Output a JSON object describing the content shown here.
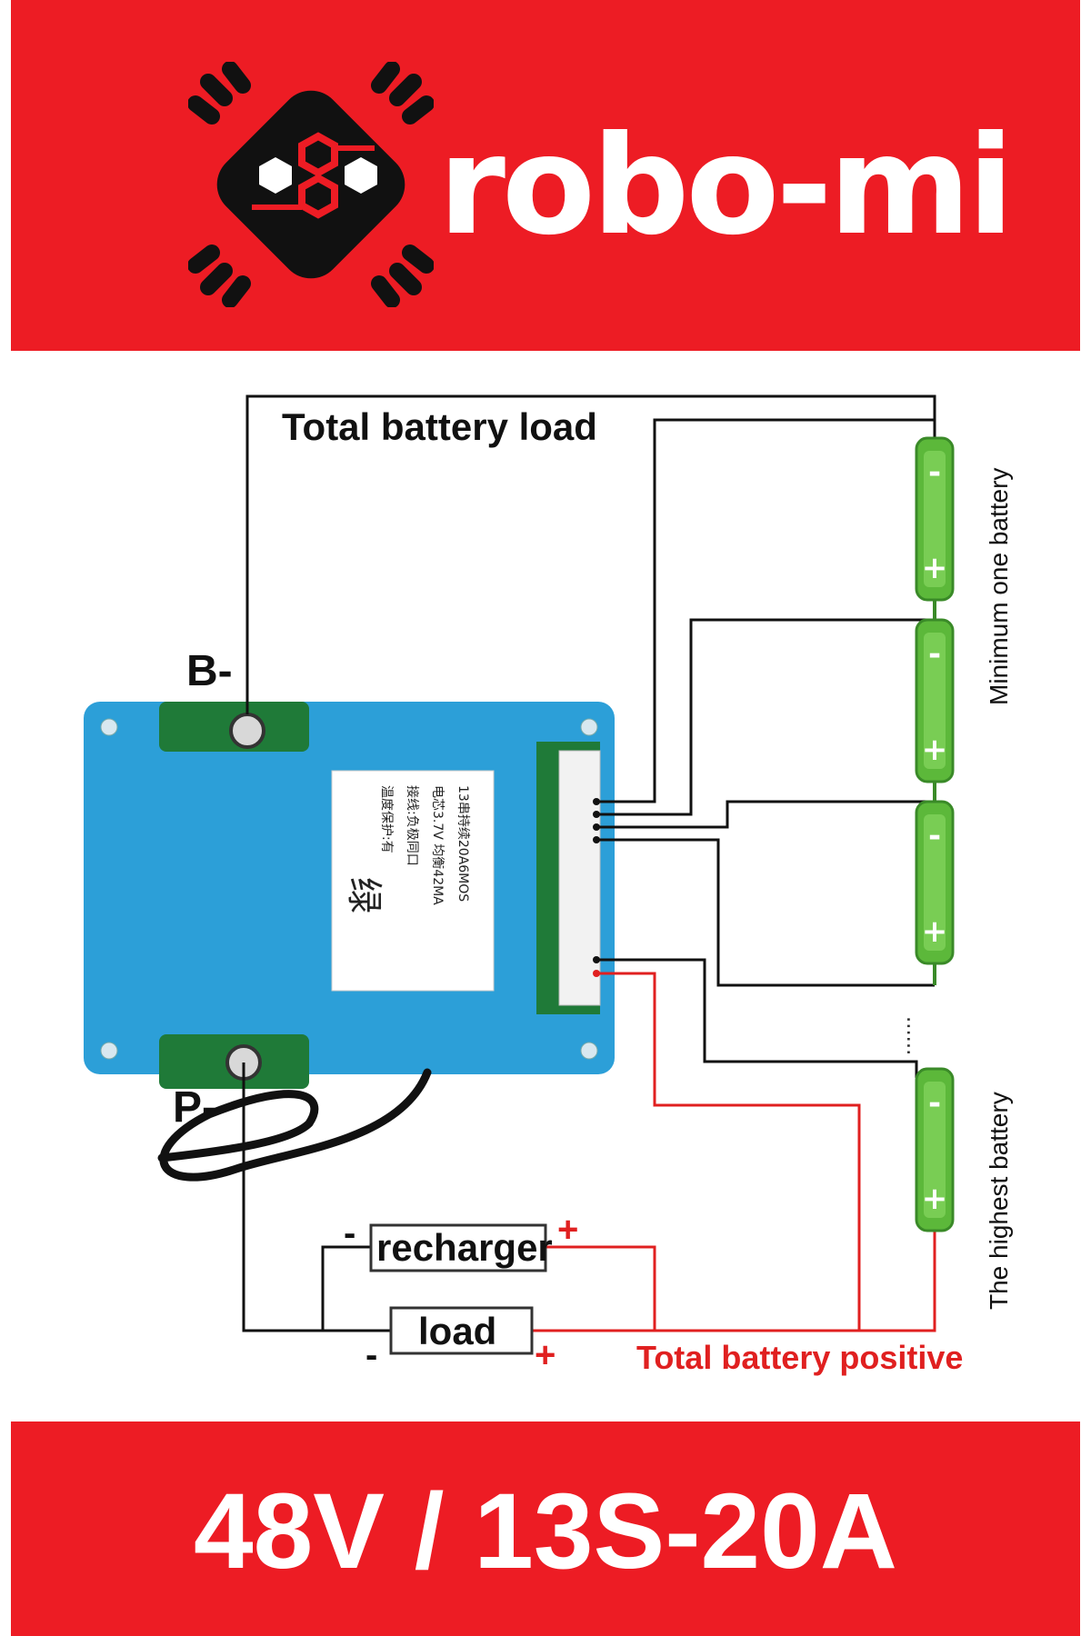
{
  "header": {
    "brand_name": "robo-mi",
    "logo_icon": "hexagon-gear-logo-icon",
    "banner_color": "#ed1c24"
  },
  "diagram": {
    "label_total_load": "Total battery load",
    "label_min_battery": "Minimum one battery",
    "label_highest_battery": "The highest battery",
    "label_b_minus": "B-",
    "label_p_minus": "P-",
    "label_recharger": "recharger",
    "label_load": "load",
    "label_total_positive": "Total battery positive",
    "sign_minus": "-",
    "sign_plus": "+",
    "ellipsis": "......",
    "board_sticker": {
      "line1": "13串持续20A6MOS",
      "line2": "电芯3.7V 均衡42MA",
      "line3": "接线:负极同口",
      "line4": "温度保护:有",
      "mark": "绿"
    },
    "colors": {
      "board": "#2c9fd8",
      "pcb": "#1f7a38",
      "battery": "#5cb83a",
      "wire_black": "#111111",
      "wire_red": "#e02020"
    }
  },
  "footer": {
    "spec": "48V / 13S-20A"
  }
}
